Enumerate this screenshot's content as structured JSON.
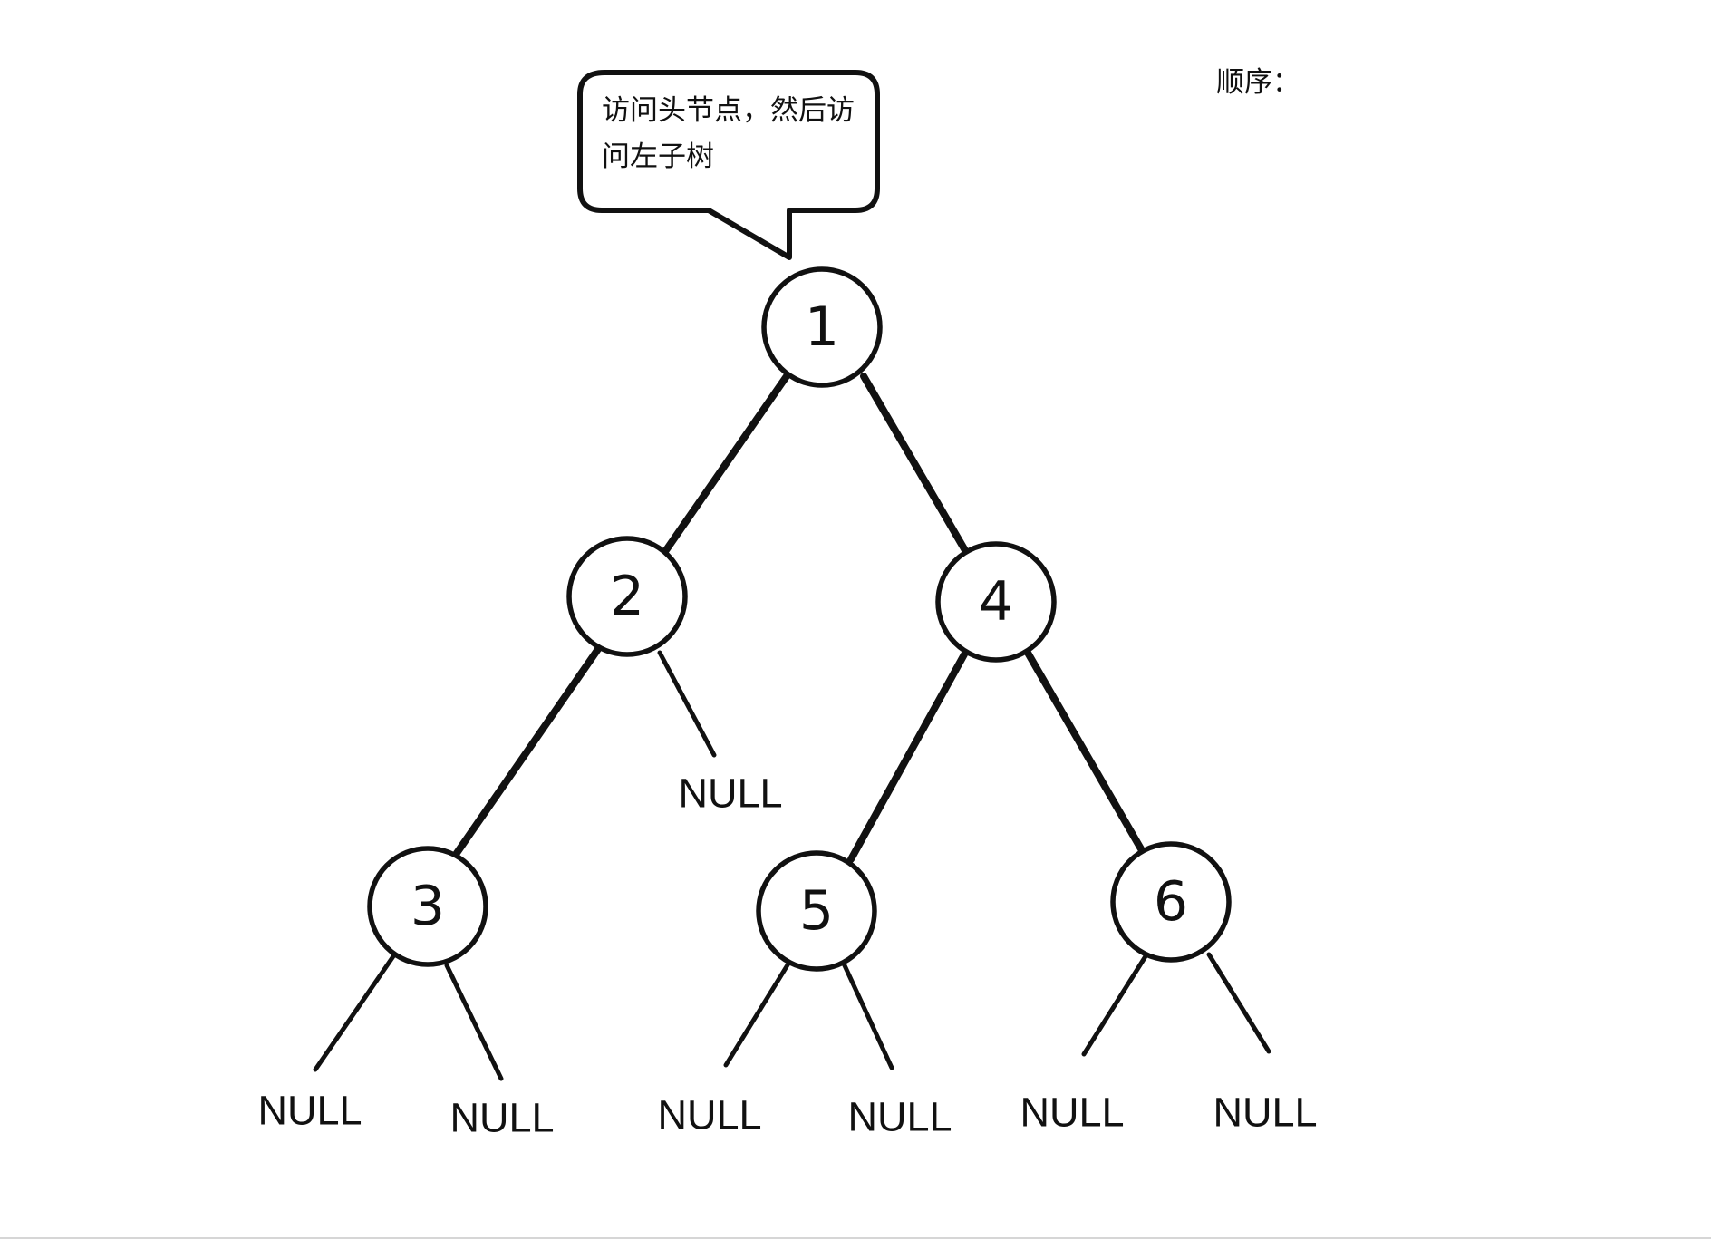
{
  "tree": {
    "nodes": [
      {
        "id": "n1",
        "label": "1"
      },
      {
        "id": "n2",
        "label": "2"
      },
      {
        "id": "n4",
        "label": "4"
      },
      {
        "id": "n3",
        "label": "3"
      },
      {
        "id": "n5",
        "label": "5"
      },
      {
        "id": "n6",
        "label": "6"
      }
    ],
    "null_label": "NULL",
    "edges": [
      {
        "from": "n1",
        "to": "n2"
      },
      {
        "from": "n1",
        "to": "n4"
      },
      {
        "from": "n2",
        "to": "n3"
      },
      {
        "from": "n2",
        "to": "null_2r"
      },
      {
        "from": "n4",
        "to": "n5"
      },
      {
        "from": "n4",
        "to": "n6"
      },
      {
        "from": "n3",
        "to": "null_3l"
      },
      {
        "from": "n3",
        "to": "null_3r"
      },
      {
        "from": "n5",
        "to": "null_5l"
      },
      {
        "from": "n5",
        "to": "null_5r"
      },
      {
        "from": "n6",
        "to": "null_6l"
      },
      {
        "from": "n6",
        "to": "null_6r"
      }
    ]
  },
  "callout": {
    "line1": "访问头节点，然后访",
    "line2": "问左子树"
  },
  "order": {
    "label": "顺序："
  }
}
